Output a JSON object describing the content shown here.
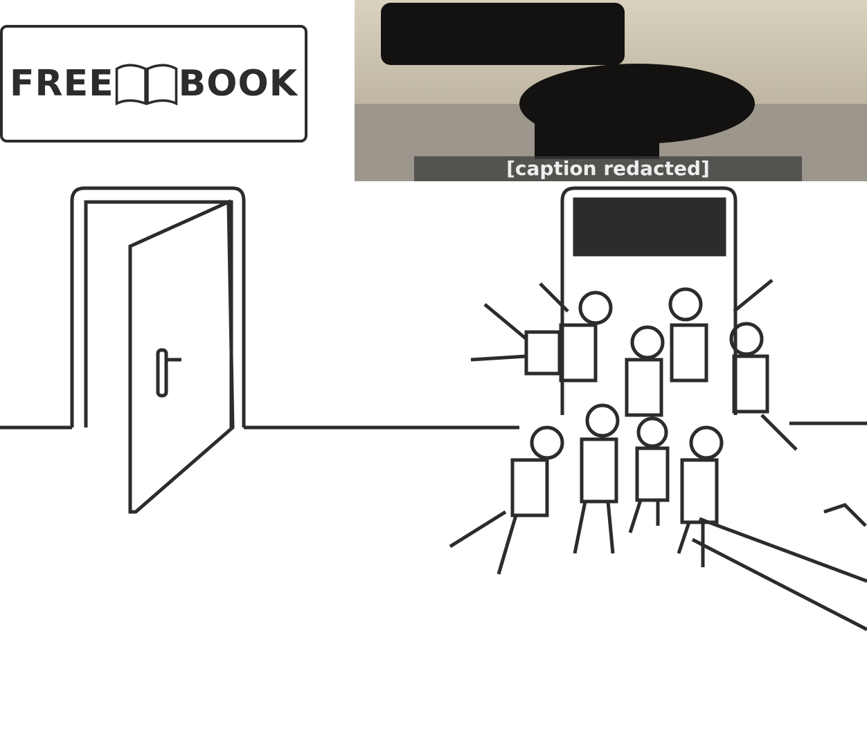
{
  "sign": {
    "left_text": "FREE",
    "right_text": "BOOK",
    "icon": "open-book-icon"
  },
  "photo": {
    "caption": "[caption redacted]"
  },
  "colors": {
    "ink": "#2a2d2a",
    "photo_bg": "#d9d2bf",
    "toilet": "#141210"
  }
}
